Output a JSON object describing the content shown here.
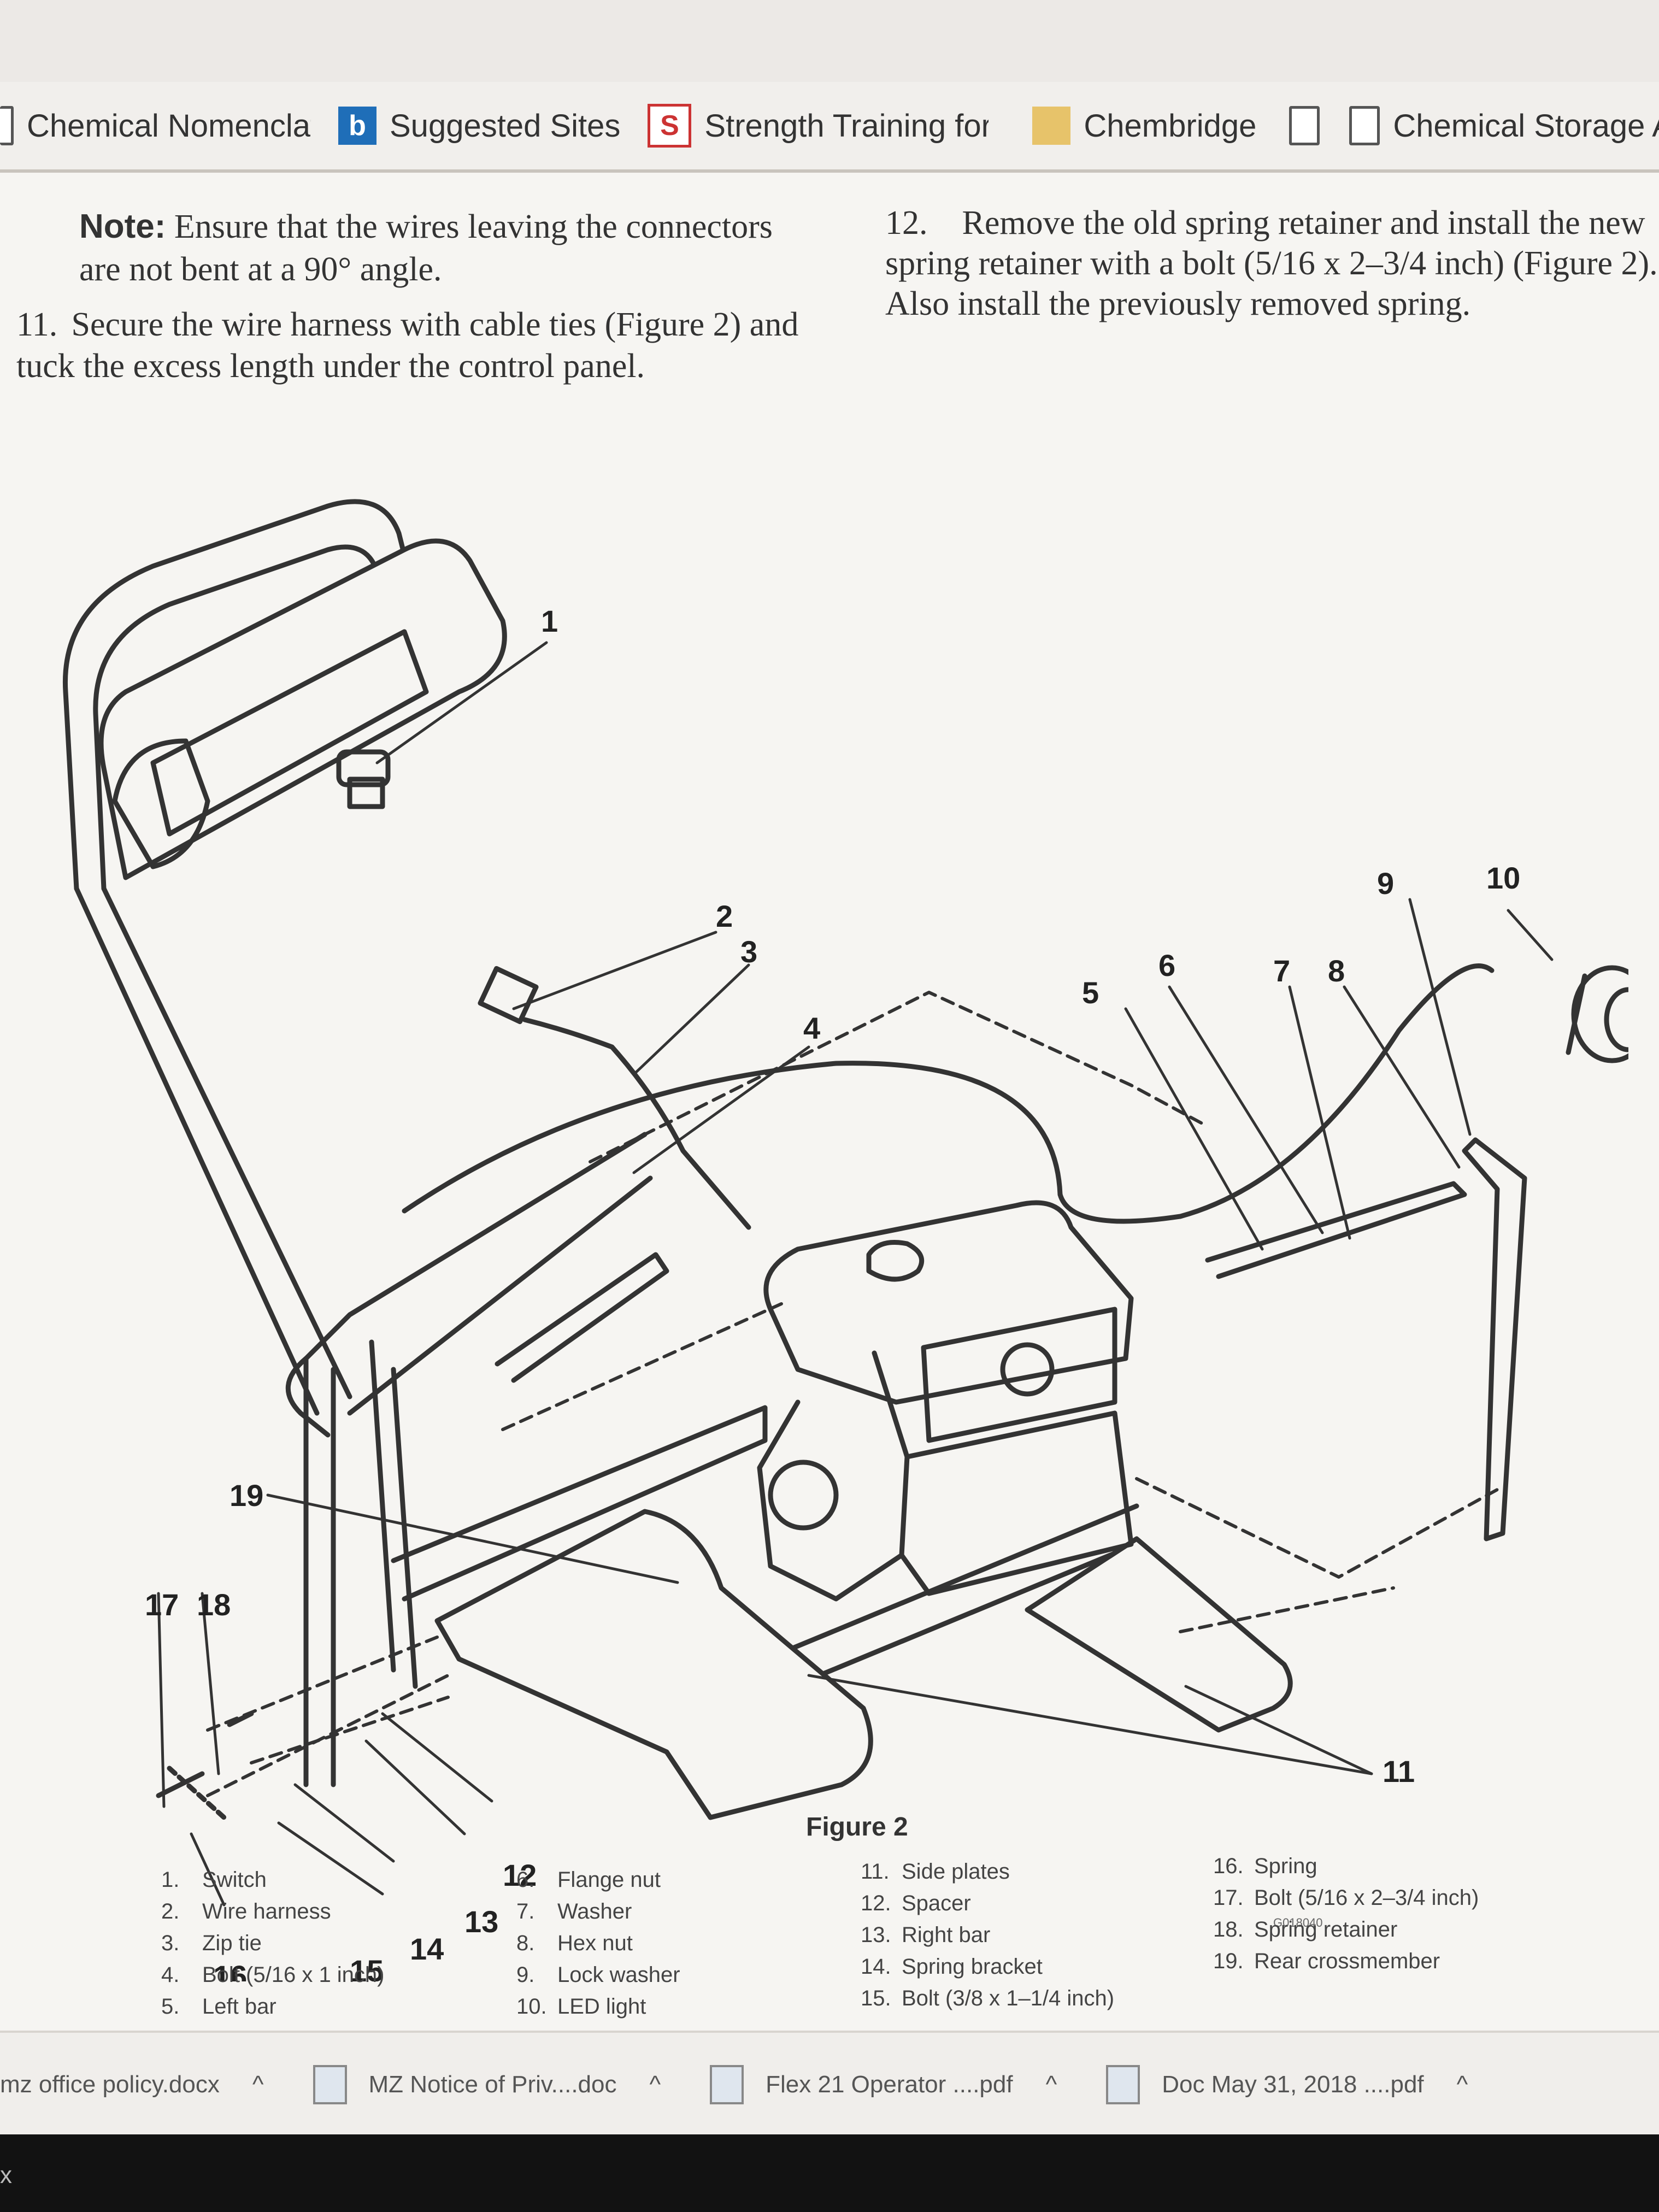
{
  "favorites": [
    {
      "label": "Chemical Nomenclat",
      "icon": "document-icon"
    },
    {
      "label": "Suggested Sites",
      "icon": "bing-icon"
    },
    {
      "label": "Strength Training for",
      "icon": "s-logo-icon"
    },
    {
      "label": "Chembridge",
      "icon": "folder-icon"
    },
    {
      "label": "",
      "icon": "document-icon"
    },
    {
      "label": "Chemical Storage Are",
      "icon": "document-icon"
    }
  ],
  "document": {
    "note_label": "Note:",
    "note_text": "Ensure that the wires leaving the connectors are not bent at a 90° angle.",
    "step11_number": "11.",
    "step11_text": "Secure the wire harness with cable ties (Figure 2) and tuck the excess length under the control panel.",
    "step12_number": "12.",
    "step12_text": "Remove the old spring retainer and install the new spring retainer with a bolt (5/16 x 2–3/4 inch) (Figure 2). Also install the previously removed spring."
  },
  "figure": {
    "caption": "Figure 2",
    "code": "G018040",
    "callouts": [
      "1",
      "2",
      "3",
      "4",
      "5",
      "6",
      "7",
      "8",
      "9",
      "10",
      "11",
      "12",
      "13",
      "14",
      "15",
      "16",
      "17",
      "18",
      "19"
    ]
  },
  "legend": [
    [
      {
        "n": "1.",
        "label": "Switch"
      },
      {
        "n": "2.",
        "label": "Wire harness"
      },
      {
        "n": "3.",
        "label": "Zip tie"
      },
      {
        "n": "4.",
        "label": "Bolt (5/16 x 1 inch)"
      },
      {
        "n": "5.",
        "label": "Left bar"
      }
    ],
    [
      {
        "n": "6.",
        "label": "Flange nut"
      },
      {
        "n": "7.",
        "label": "Washer"
      },
      {
        "n": "8.",
        "label": "Hex nut"
      },
      {
        "n": "9.",
        "label": "Lock washer"
      },
      {
        "n": "10.",
        "label": "LED light"
      }
    ],
    [
      {
        "n": "11.",
        "label": "Side plates"
      },
      {
        "n": "12.",
        "label": "Spacer"
      },
      {
        "n": "13.",
        "label": "Right bar"
      },
      {
        "n": "14.",
        "label": "Spring bracket"
      },
      {
        "n": "15.",
        "label": "Bolt (3/8 x 1–1/4 inch)"
      }
    ],
    [
      {
        "n": "16.",
        "label": "Spring"
      },
      {
        "n": "17.",
        "label": "Bolt (5/16 x 2–3/4 inch)"
      },
      {
        "n": "18.",
        "label": "Spring retainer"
      },
      {
        "n": "19.",
        "label": "Rear crossmember"
      }
    ]
  ],
  "downloads": [
    {
      "label": "mz office policy.docx"
    },
    {
      "label": "MZ Notice of Priv....doc"
    },
    {
      "label": "Flex 21 Operator ....pdf"
    },
    {
      "label": "Doc May 31, 2018 ....pdf"
    }
  ],
  "taskbar_corner": "x"
}
